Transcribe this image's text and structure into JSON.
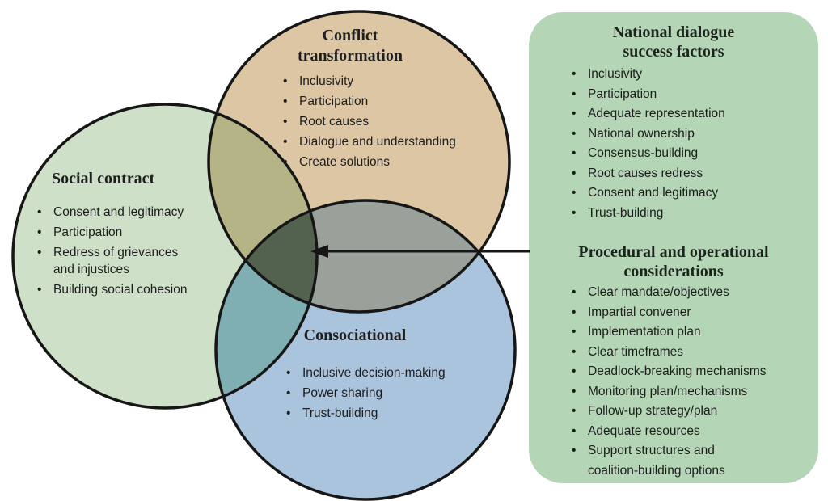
{
  "venn": {
    "stroke_color": "#161616",
    "circles": [
      {
        "id": "conflict-transformation",
        "title": "Conflict transformation",
        "title_lines": [
          "Conflict",
          "transformation"
        ],
        "color": "#dcc6a3",
        "items": [
          "Inclusivity",
          "Participation",
          "Root causes",
          "Dialogue and understanding",
          "Create solutions"
        ]
      },
      {
        "id": "social-contract",
        "title": "Social contract",
        "title_lines": [
          "Social contract"
        ],
        "color": "#cfe0c8",
        "items": [
          "Consent and legitimacy",
          "Participation",
          "Redress of grievances and injustices",
          "Building social cohesion"
        ]
      },
      {
        "id": "consociational",
        "title": "Consociational",
        "title_lines": [
          "Consociational"
        ],
        "color": "#abc4dd",
        "items": [
          "Inclusive decision-making",
          "Power sharing",
          "Trust-building"
        ]
      }
    ],
    "overlaps": {
      "conflict_social": "#b5b487",
      "conflict_consociational": "#9aa19b",
      "social_consociational": "#80afb3",
      "center": "#53624f"
    }
  },
  "arrow": {
    "color": "#161616"
  },
  "panel": {
    "background": "#b4d5b6",
    "sections": [
      {
        "title": "National dialogue success factors",
        "title_lines": [
          "National dialogue",
          "success factors"
        ],
        "items": [
          "Inclusivity",
          "Participation",
          "Adequate representation",
          "National ownership",
          "Consensus-building",
          "Root causes redress",
          "Consent and legitimacy",
          "Trust-building"
        ]
      },
      {
        "title": "Procedural and operational considerations",
        "title_lines": [
          "Procedural and operational",
          "considerations"
        ],
        "items": [
          "Clear mandate/objectives",
          "Impartial convener",
          "Implementation plan",
          "Clear timeframes",
          "Deadlock-breaking mechanisms",
          "Monitoring plan/mechanisms",
          "Follow-up strategy/plan",
          "Adequate resources",
          "Support structures and coalition-building options"
        ]
      }
    ]
  }
}
